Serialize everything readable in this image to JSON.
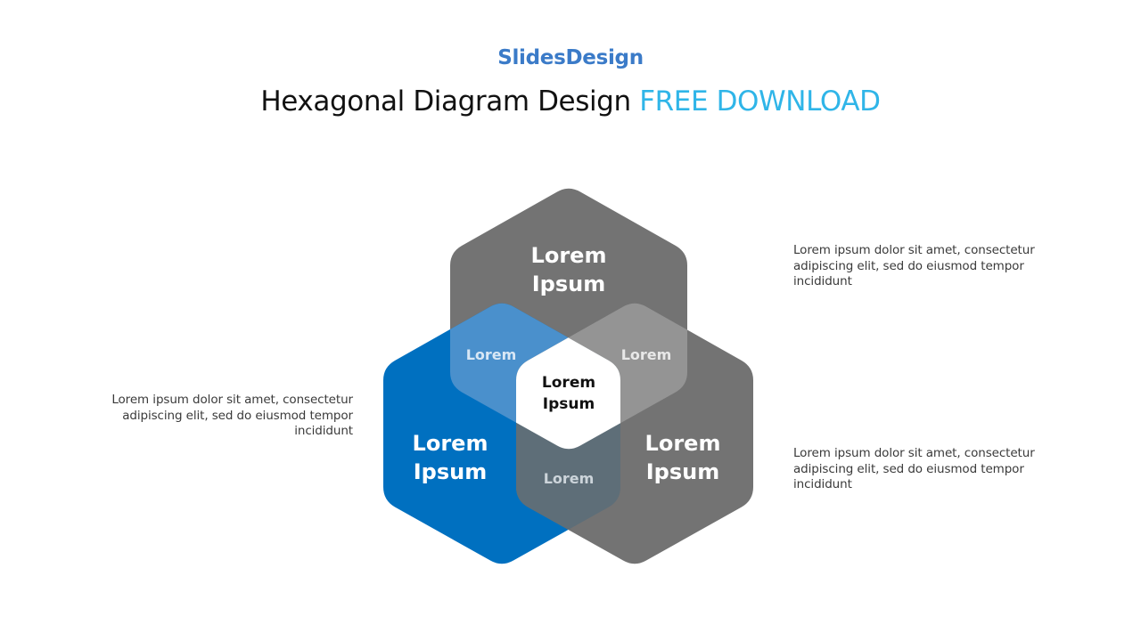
{
  "header": {
    "brand": "SlidesDesign",
    "title_main": "Hexagonal Diagram Design",
    "title_accent": "FREE DOWNLOAD"
  },
  "colors": {
    "brand": "#3b7bc8",
    "accent": "#2fb5e8",
    "blue_hex": "#0070c0",
    "gray_hex": "#737373",
    "overlap_top_left": "#4a90cc",
    "overlap_top_right": "#949494",
    "overlap_bottom": "#5e6e78",
    "center": "#ffffff"
  },
  "diagram": {
    "hexagons": [
      {
        "position": "top",
        "label_line1": "Lorem",
        "label_line2": "Ipsum",
        "color": "#737373"
      },
      {
        "position": "left",
        "label_line1": "Lorem",
        "label_line2": "Ipsum",
        "color": "#0070c0"
      },
      {
        "position": "right",
        "label_line1": "Lorem",
        "label_line2": "Ipsum",
        "color": "#737373"
      }
    ],
    "overlaps": [
      {
        "position": "top-left",
        "label": "Lorem"
      },
      {
        "position": "top-right",
        "label": "Lorem"
      },
      {
        "position": "bottom",
        "label": "Lorem"
      }
    ],
    "center": {
      "label_line1": "Lorem",
      "label_line2": "Ipsum"
    }
  },
  "descriptions": [
    {
      "position": "right-top",
      "line1": "Lorem ipsum dolor sit amet, consectetur",
      "line2": "adipiscing elit, sed do eiusmod tempor",
      "line3": "incididunt"
    },
    {
      "position": "left",
      "line1": "Lorem ipsum dolor sit amet, consectetur",
      "line2": "adipiscing elit, sed do eiusmod tempor",
      "line3": "incididunt"
    },
    {
      "position": "right-bottom",
      "line1": "Lorem ipsum dolor sit amet, consectetur",
      "line2": "adipiscing elit, sed do eiusmod tempor",
      "line3": "incididunt"
    }
  ]
}
